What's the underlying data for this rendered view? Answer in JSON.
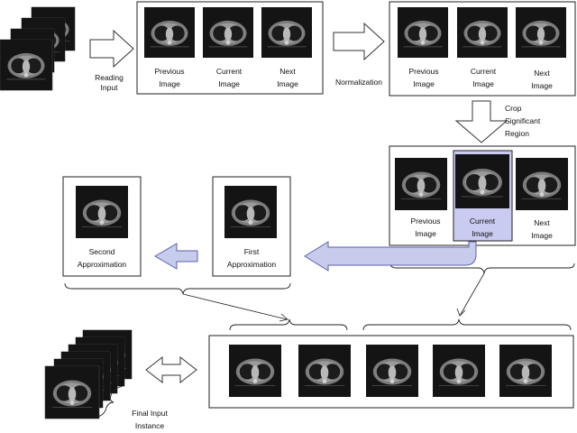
{
  "labels": {
    "reading_input": [
      "Reading",
      "Input"
    ],
    "normalization": [
      "Normalization"
    ],
    "crop_region": [
      "Crop",
      "Significant",
      "Region"
    ],
    "final_input_instance": [
      "Final Input",
      "Instance"
    ]
  },
  "panel_reading": {
    "captions": [
      [
        "Previous",
        "Image"
      ],
      [
        "Current",
        "Image"
      ],
      [
        "Next",
        "Image"
      ]
    ]
  },
  "panel_normalized": {
    "captions": [
      [
        "Previous",
        "Image"
      ],
      [
        "Current",
        "Image"
      ],
      [
        "Next",
        "Image"
      ]
    ]
  },
  "panel_cropped": {
    "captions": [
      [
        "Previous",
        "Image"
      ],
      [
        "Current",
        "Image"
      ],
      [
        "Next",
        "Image"
      ]
    ],
    "highlighted_index": 1
  },
  "approximations": {
    "first": [
      "First",
      "Approximation"
    ],
    "second": [
      "Second",
      "Approximation"
    ]
  },
  "final_sequence": {
    "image_count": 5
  },
  "input_stack": {
    "image_count": 4
  },
  "final_stack": {
    "image_count": 6
  },
  "colors": {
    "highlight_fill": "#c9ccf0",
    "blue_arrow_fill": "#c7cbec",
    "blue_arrow_stroke": "#5c62a8",
    "scan_background": "#141414",
    "scan_tissue": "#7b7b7b"
  }
}
